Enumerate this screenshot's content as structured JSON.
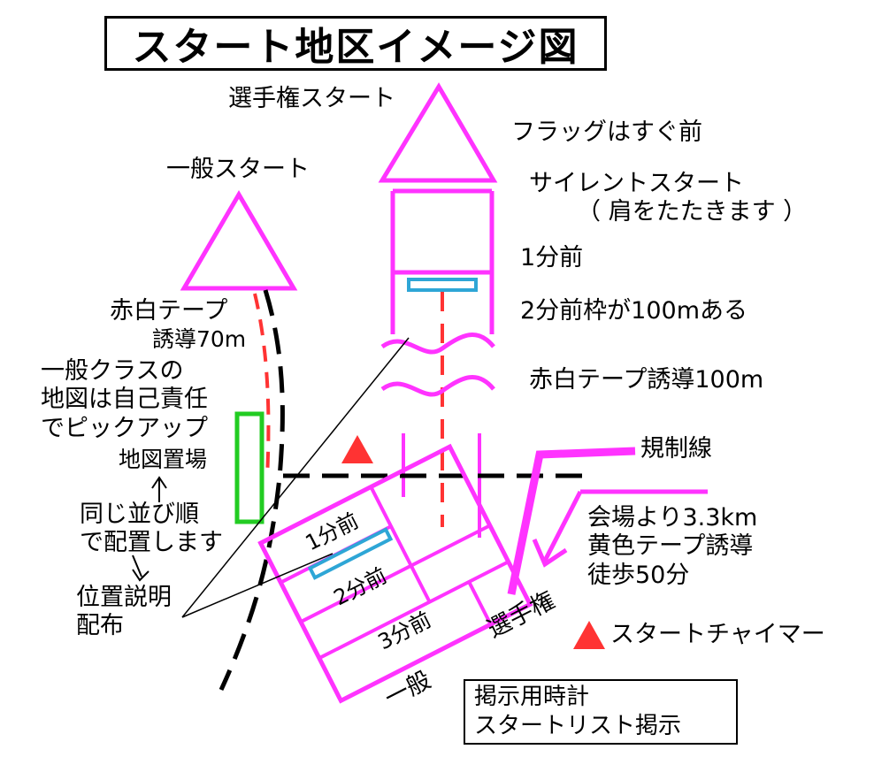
{
  "title": "スタート地区イメージ図",
  "labels": {
    "elite_start": "選手権スタート",
    "general_start": "一般スタート",
    "flag": "フラッグはすぐ前",
    "silent_start_1": "サイレントスタート",
    "silent_start_2": "（ 肩をたたきます ）",
    "one_min": "1分前",
    "two_min_box": "2分前枠が100mある",
    "tape_100": "赤白テープ誘導100m",
    "tape_left": "赤白テープ",
    "tape_70": "誘導70m",
    "map_note": "一般クラスの\n地図は自己責任\nでピックアップ",
    "map_place": "地図置場",
    "same_order": "同じ並び順\nで配置します",
    "explain": "位置説明\n配布",
    "regulation_line": "規制線",
    "venue": "会場より3.3km\n黄色テープ誘導\n徒歩50分",
    "chime": "スタートチャイマー",
    "clock_1": "掲示用時計",
    "clock_2": "スタートリスト掲示",
    "elite": "選手権",
    "general": "一般",
    "grid_1": "1分前",
    "grid_2": "2分前",
    "grid_3": "3分前"
  },
  "colors": {
    "magenta": "#ff33ff",
    "red": "#ff3333",
    "blue": "#2ea6d6",
    "green": "#22cc22",
    "black": "#000000"
  }
}
